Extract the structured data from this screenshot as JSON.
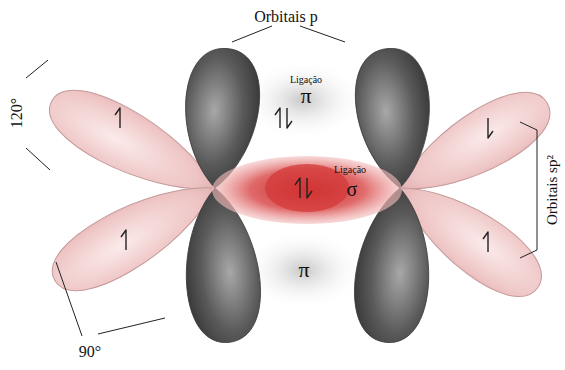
{
  "diagram": {
    "labels": [
      "Orbitais p",
      "Ligação",
      "π",
      "Ligação",
      "σ",
      "π",
      "120°",
      "90°",
      "Orbitais sp²"
    ]
  }
}
